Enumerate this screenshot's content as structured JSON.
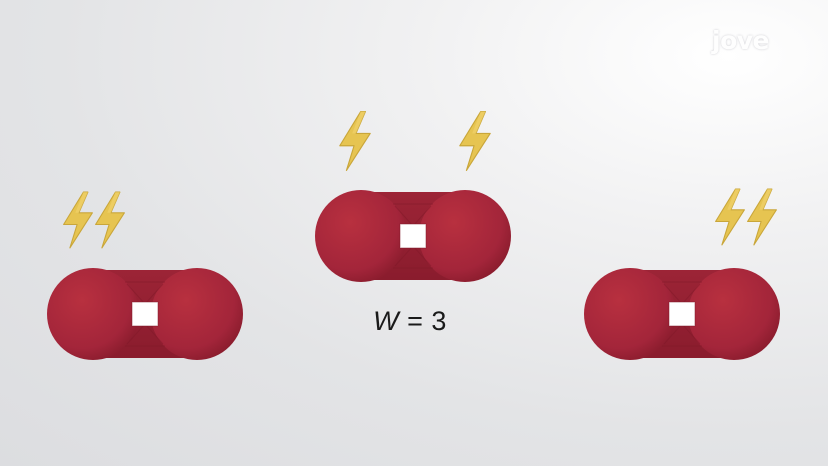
{
  "equation": {
    "variable": "W",
    "rest": " = 3"
  },
  "logo": {
    "text": "jove"
  },
  "colors": {
    "molecule": "#a8273a",
    "molecule_dark": "#8e1d2e",
    "lightning": "#e6c451",
    "lightning_edge": "#c9a63a",
    "background": "#e3e4e6"
  },
  "icons": {
    "energy": "lightning-bolt-icon",
    "molecule": "diatomic-molecule"
  }
}
